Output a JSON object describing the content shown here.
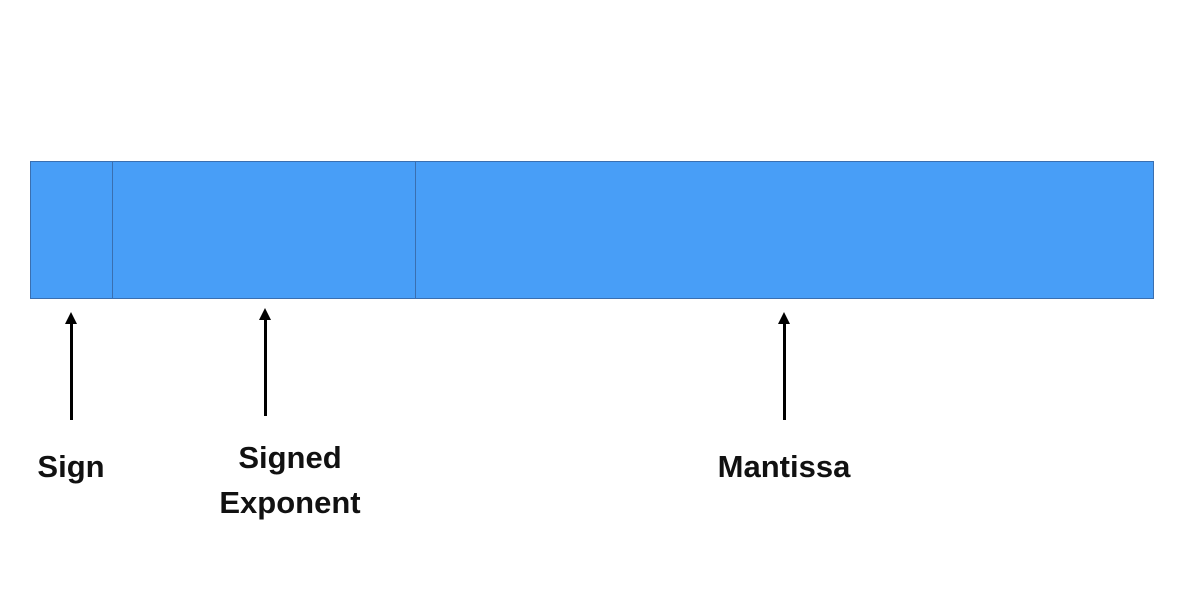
{
  "colors": {
    "field_fill": "#489ef7",
    "field_border": "#3a6fb0",
    "arrow": "#000000",
    "text": "#111111"
  },
  "fields": {
    "sign": {
      "label": "Sign"
    },
    "exponent": {
      "label_line1": "Signed",
      "label_line2": "Exponent"
    },
    "mantissa": {
      "label": "Mantissa"
    }
  }
}
